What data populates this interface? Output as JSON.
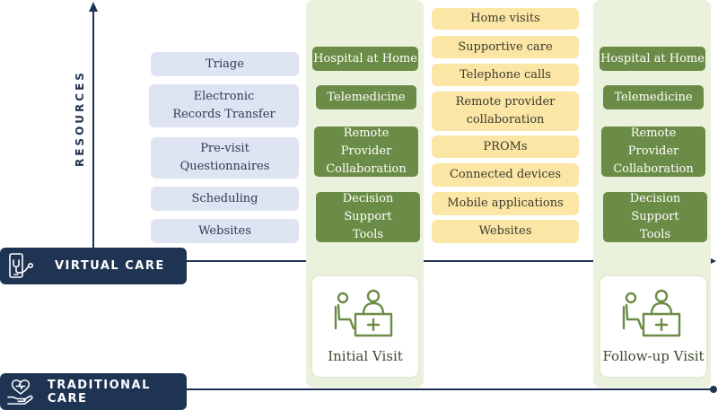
{
  "axis": {
    "y_label": "RESOURCES"
  },
  "bands": {
    "virtual_care": "VIRTUAL CARE",
    "traditional_care": "TRADITIONAL CARE"
  },
  "pre_visit_resources": [
    "Triage",
    "Electronic Records Transfer",
    "Pre-visit Questionnaires",
    "Scheduling",
    "Websites"
  ],
  "initial_visit": {
    "label": "Initial Visit",
    "resources": [
      "Hospital at Home",
      "Telemedicine",
      "Remote Provider Collaboration",
      "Decision Support Tools"
    ]
  },
  "between_visit_resources": [
    "Home visits",
    "Supportive care",
    "Telephone calls",
    "Remote provider collaboration",
    "PROMs",
    "Connected devices",
    "Mobile applications",
    "Websites"
  ],
  "follow_up_visit": {
    "label": "Follow-up Visit",
    "resources": [
      "Hospital at Home",
      "Telemedicine",
      "Remote Provider Collaboration",
      "Decision Support Tools"
    ]
  },
  "colors": {
    "navy": "#1f3352",
    "green": "#6b8c46",
    "green_bg": "#eaf1dc",
    "blue_box": "#dfe4f3",
    "yellow_box": "#fbe6a6"
  },
  "icons": [
    "phone-stethoscope-icon",
    "heart-hand-icon",
    "doctor-patient-consultation-icon"
  ]
}
